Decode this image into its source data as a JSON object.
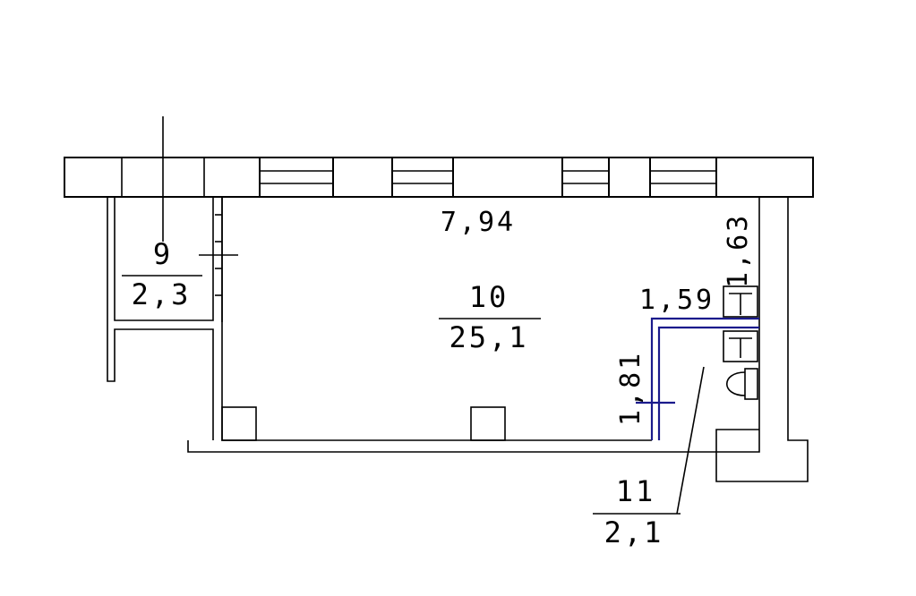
{
  "rooms": [
    {
      "number": "9",
      "area": "2,3"
    },
    {
      "number": "10",
      "area": "25,1"
    },
    {
      "number": "11",
      "area": "2,1"
    }
  ],
  "dimensions": {
    "width_main": "7,94",
    "height_right": "1,63",
    "width_bath": "1,59",
    "height_bath": "1,81"
  },
  "colors": {
    "lines": "#000000",
    "bathroom_partition": "#1a1a8c",
    "background": "#ffffff"
  }
}
